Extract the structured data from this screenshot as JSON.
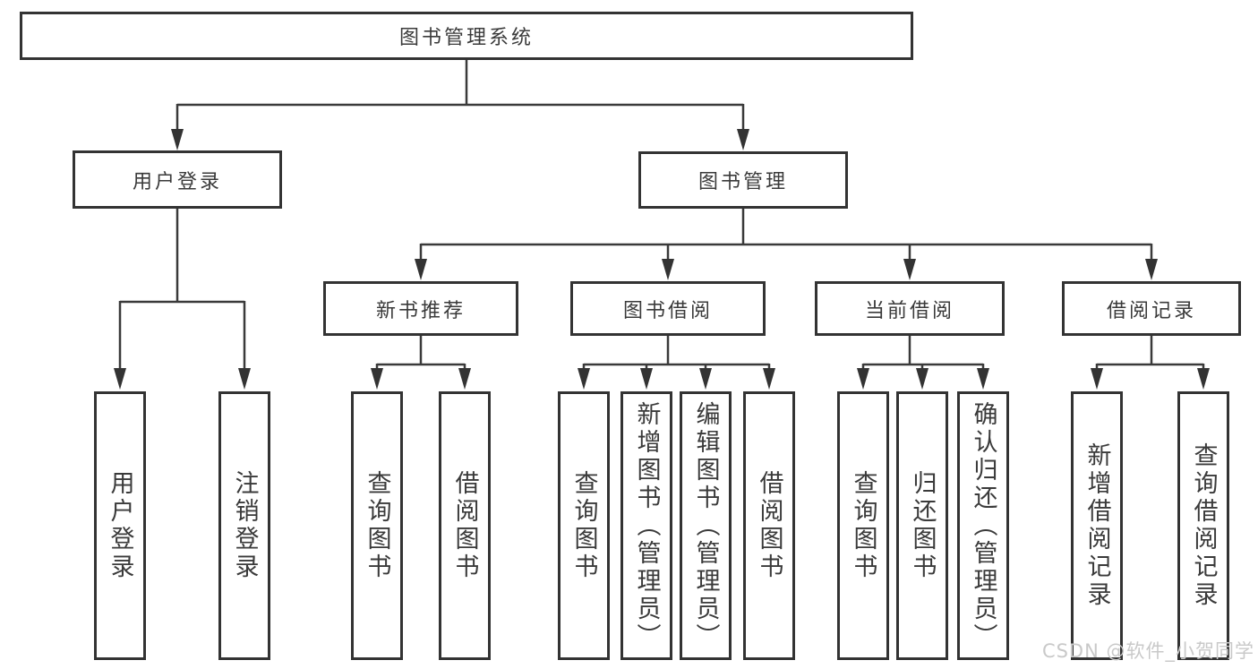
{
  "tree": {
    "root": "图书管理系统",
    "level2": [
      "用户登录",
      "图书管理"
    ],
    "level3": [
      "新书推荐",
      "图书借阅",
      "当前借阅",
      "借阅记录"
    ],
    "leaves": {
      "user_login": [
        "用户登录",
        "注销登录"
      ],
      "new_book": [
        "查询图书",
        "借阅图书"
      ],
      "book_borrow": [
        "查询图书",
        "新增图书（管理员）",
        "编辑图书（管理员）",
        "借阅图书"
      ],
      "current_borrow": [
        "查询图书",
        "归还图书",
        "确认归还（管理员）"
      ],
      "records": [
        "新增借阅记录",
        "查询借阅记录"
      ]
    }
  },
  "watermark": {
    "text": "CSDN @软件_小贺同学",
    "color": "#c9c9c9"
  },
  "colors": {
    "line": "#3a3a3a",
    "box_border": "#333333",
    "box_fill": "#ffffff",
    "text": "#3a3a3a",
    "background": "#ffffff"
  }
}
